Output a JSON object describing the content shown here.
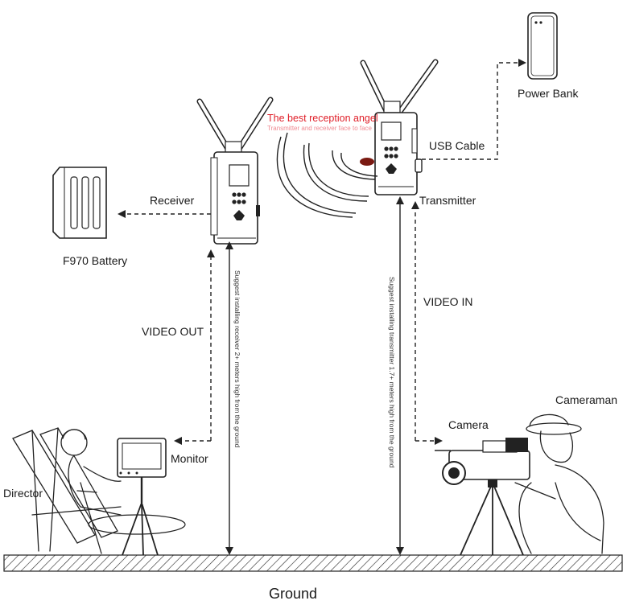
{
  "labels": {
    "power_bank": "Power Bank",
    "usb_cable": "USB Cable",
    "transmitter": "Transmitter",
    "receiver": "Receiver",
    "battery": "F970 Battery",
    "video_out": "VIDEO OUT",
    "video_in": "VIDEO IN",
    "monitor": "Monitor",
    "director": "Director",
    "camera": "Camera",
    "cameraman": "Cameraman",
    "ground": "Ground",
    "reception_title": "The best reception angel",
    "reception_note": "Transmitter and receiver face to face",
    "receiver_height_note": "Suggest installing receiver 2+ meters high from the ground",
    "transmitter_height_note": "Suggest installing transmitter 1.7+ meters high from the ground"
  },
  "colors": {
    "line": "#222222",
    "accent_red": "#e0202a",
    "accent_pink": "#f08a92",
    "signal_dot": "#7a1a12"
  }
}
